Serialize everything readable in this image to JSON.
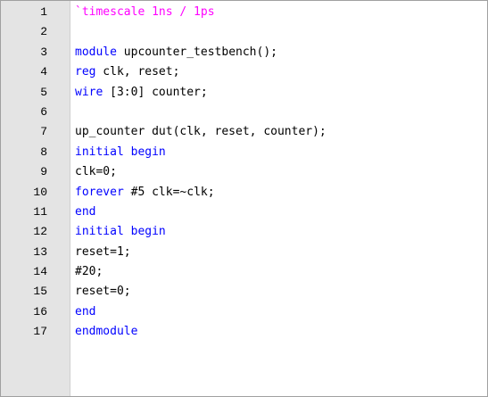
{
  "editor": {
    "colors": {
      "keyword": "#0000ff",
      "directive": "#ff00ff",
      "plain": "#000000",
      "gutter": "#e4e4e4"
    },
    "lines": [
      {
        "number": "1",
        "tokens": [
          {
            "t": "`timescale 1ns / 1ps",
            "k": "dir"
          }
        ]
      },
      {
        "number": "2",
        "tokens": []
      },
      {
        "number": "3",
        "tokens": [
          {
            "t": "module",
            "k": "kw"
          },
          {
            "t": " upcounter_testbench();",
            "k": "plain"
          }
        ]
      },
      {
        "number": "4",
        "tokens": [
          {
            "t": "reg",
            "k": "kw"
          },
          {
            "t": " clk, reset;",
            "k": "plain"
          }
        ]
      },
      {
        "number": "5",
        "tokens": [
          {
            "t": "wire",
            "k": "kw"
          },
          {
            "t": " [3:0] counter;",
            "k": "plain"
          }
        ]
      },
      {
        "number": "6",
        "tokens": []
      },
      {
        "number": "7",
        "tokens": [
          {
            "t": "up_counter dut(clk, reset, counter);",
            "k": "plain"
          }
        ]
      },
      {
        "number": "8",
        "tokens": [
          {
            "t": "initial begin",
            "k": "kw"
          }
        ]
      },
      {
        "number": "9",
        "tokens": [
          {
            "t": "clk=0;",
            "k": "plain"
          }
        ]
      },
      {
        "number": "10",
        "tokens": [
          {
            "t": "forever",
            "k": "kw"
          },
          {
            "t": " #5 clk=~clk;",
            "k": "plain"
          }
        ]
      },
      {
        "number": "11",
        "tokens": [
          {
            "t": "end",
            "k": "kw"
          }
        ]
      },
      {
        "number": "12",
        "tokens": [
          {
            "t": "initial begin",
            "k": "kw"
          }
        ]
      },
      {
        "number": "13",
        "tokens": [
          {
            "t": "reset=1;",
            "k": "plain"
          }
        ]
      },
      {
        "number": "14",
        "tokens": [
          {
            "t": "#20;",
            "k": "plain"
          }
        ]
      },
      {
        "number": "15",
        "tokens": [
          {
            "t": "reset=0;",
            "k": "plain"
          }
        ]
      },
      {
        "number": "16",
        "tokens": [
          {
            "t": "end",
            "k": "kw"
          }
        ]
      },
      {
        "number": "17",
        "tokens": [
          {
            "t": "endmodule",
            "k": "kw"
          }
        ]
      }
    ]
  }
}
